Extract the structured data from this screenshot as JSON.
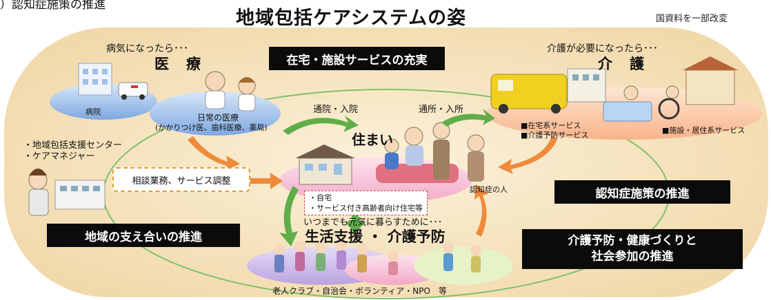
{
  "page": {
    "partial_heading": "）認知症施策の推進",
    "title": "地域包括ケアシステムの姿",
    "source_note": "国資料を一部改変"
  },
  "medical": {
    "pre": "病気になったら･･･",
    "title": "医　療",
    "hospital_label": "病院",
    "daily_care": "日常の医療",
    "daily_care_sub": "(かかりつけ医、歯科医療、薬局)"
  },
  "care": {
    "pre": "介護が必要になったら･･･",
    "title": "介　護",
    "service_home": "■在宅系サービス",
    "service_prevent": "■介護予防サービス",
    "service_facility": "■施設・居住系サービス"
  },
  "banners": {
    "home_facility": "在宅・施設サービスの充実",
    "dementia": "認知症施策の推進",
    "community": "地域の支え合いの推進",
    "prevention_line1": "介護予防・健康づくりと",
    "prevention_line2": "社会参加の推進"
  },
  "flows": {
    "hospital_visit": "通院・入院",
    "facility_visit": "通所・入所"
  },
  "housing": {
    "title": "住まい",
    "item1": "・自宅",
    "item2": "・サービス付き高齢者向け住宅等",
    "dementia_person": "認知症の人"
  },
  "support_center": {
    "item1": "・地域包括支援センター",
    "item2": "・ケアマネジャー",
    "consult": "相談業務、サービス調整"
  },
  "living": {
    "pre": "いつまでも元気に暮らすために･･･",
    "title": "生活支援 ・ 介護予防",
    "groups": "老人クラブ・自治会・ボランティア・NPO　等"
  }
}
